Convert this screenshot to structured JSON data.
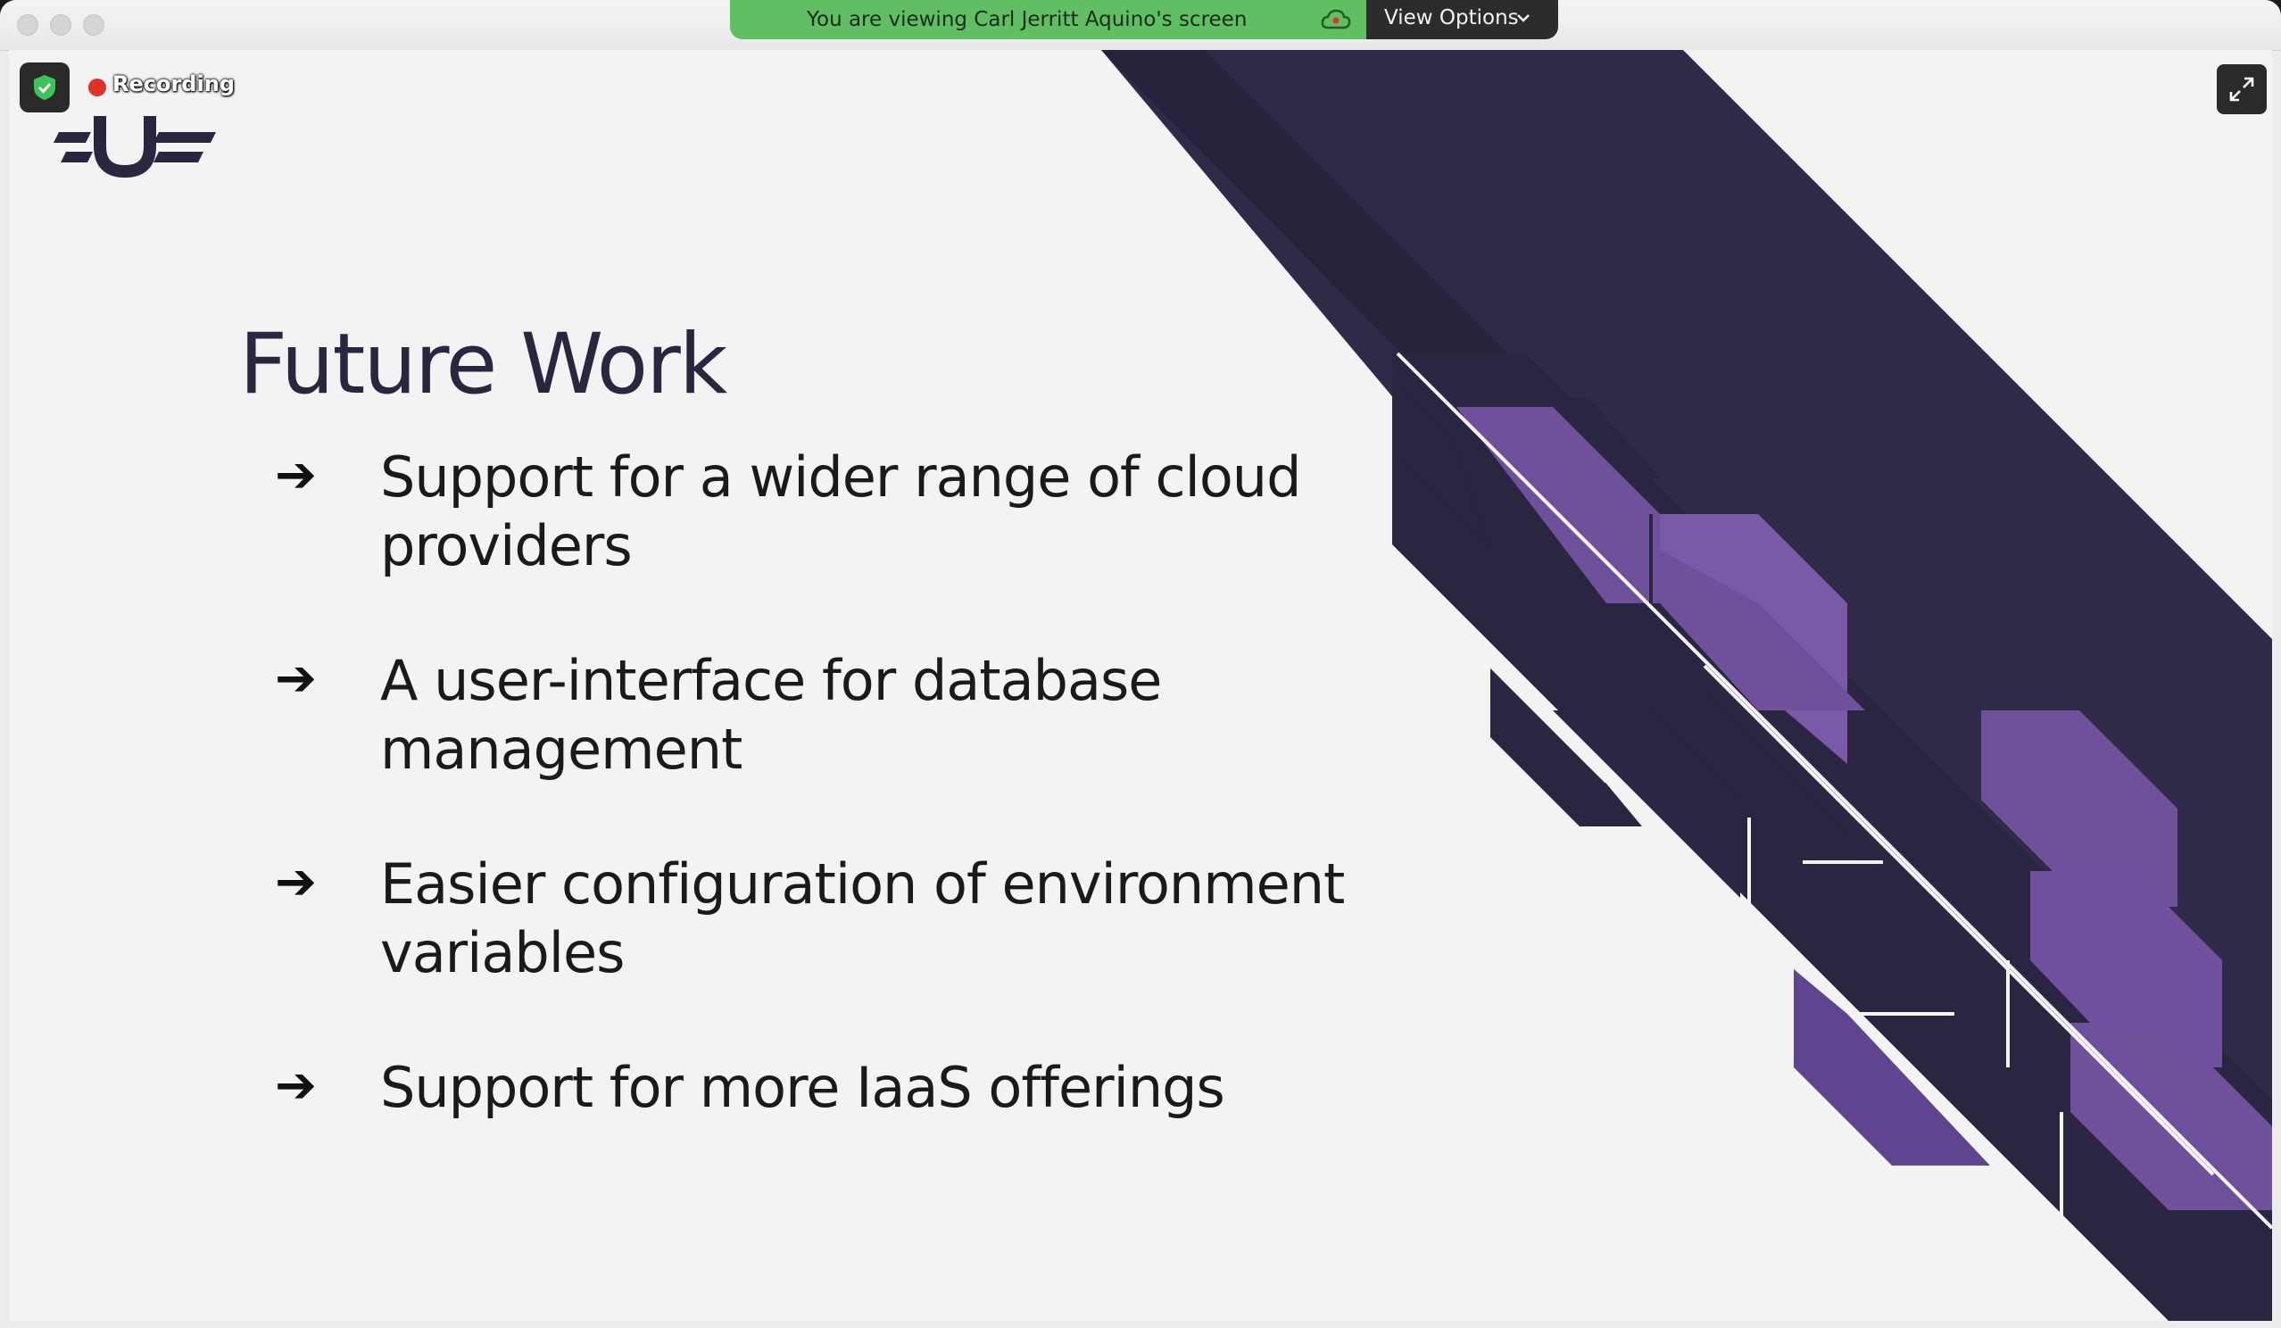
{
  "banner": {
    "text": "You are viewing Carl Jerritt Aquino's screen",
    "cloud_icon": "cloud-record-icon"
  },
  "view_options": {
    "label": "View Options",
    "icon": "chevron-down-icon"
  },
  "recording": {
    "label": "Recording",
    "indicator_color": "#e0322a"
  },
  "slide": {
    "title": "Future Work",
    "bullets": [
      {
        "marker": "➔",
        "text": "Support for a wider range of cloud providers"
      },
      {
        "marker": "➔",
        "text": "A user-interface for database management"
      },
      {
        "marker": "➔",
        "text": "Easier configuration of environment variables"
      },
      {
        "marker": "➔",
        "text": "Support for more IaaS offerings"
      }
    ]
  },
  "colors": {
    "banner_green": "#5fbf62",
    "slide_background": "#f3f3f3",
    "dark_purple": "#2a2540",
    "accent_purple": "#7a5aa8",
    "title_text": "#2c2540"
  }
}
